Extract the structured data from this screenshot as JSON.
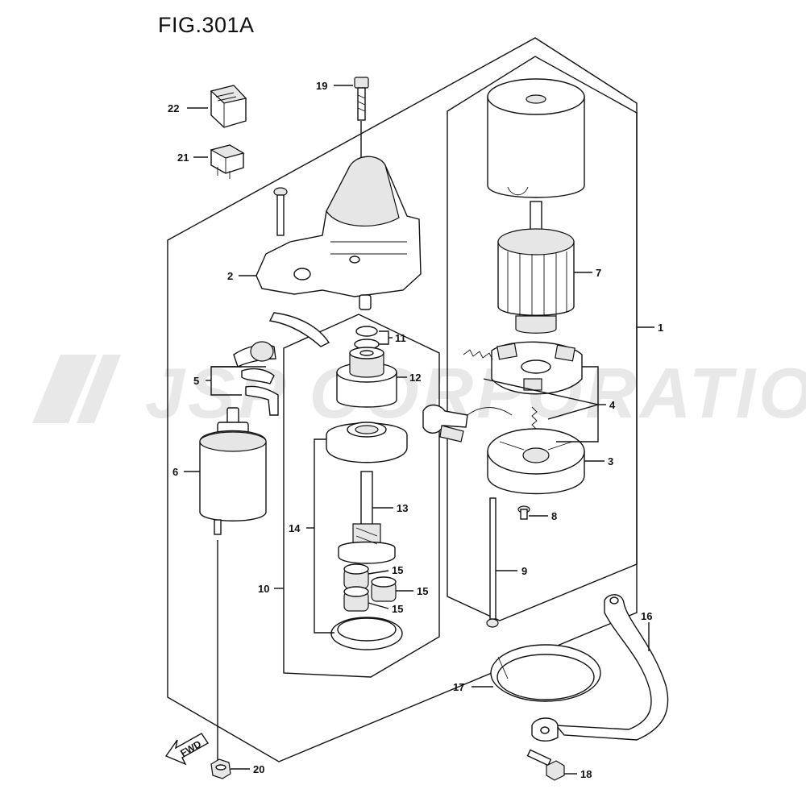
{
  "figure": {
    "title": "FIG.301A"
  },
  "watermark": {
    "text": "JSP CORPORATION"
  },
  "orientation": {
    "arrow_label": "FWD"
  },
  "callouts": [
    {
      "id": "c1",
      "label": "1"
    },
    {
      "id": "c2",
      "label": "2"
    },
    {
      "id": "c3",
      "label": "3"
    },
    {
      "id": "c4",
      "label": "4"
    },
    {
      "id": "c5",
      "label": "5"
    },
    {
      "id": "c6",
      "label": "6"
    },
    {
      "id": "c7",
      "label": "7"
    },
    {
      "id": "c8",
      "label": "8"
    },
    {
      "id": "c9",
      "label": "9"
    },
    {
      "id": "c10",
      "label": "10"
    },
    {
      "id": "c11",
      "label": "11"
    },
    {
      "id": "c12",
      "label": "12"
    },
    {
      "id": "c13",
      "label": "13"
    },
    {
      "id": "c14",
      "label": "14"
    },
    {
      "id": "c15a",
      "label": "15"
    },
    {
      "id": "c15b",
      "label": "15"
    },
    {
      "id": "c15c",
      "label": "15"
    },
    {
      "id": "c16",
      "label": "16"
    },
    {
      "id": "c17",
      "label": "17"
    },
    {
      "id": "c18",
      "label": "18"
    },
    {
      "id": "c19",
      "label": "19"
    },
    {
      "id": "c20",
      "label": "20"
    },
    {
      "id": "c21",
      "label": "21"
    },
    {
      "id": "c22",
      "label": "22"
    }
  ]
}
